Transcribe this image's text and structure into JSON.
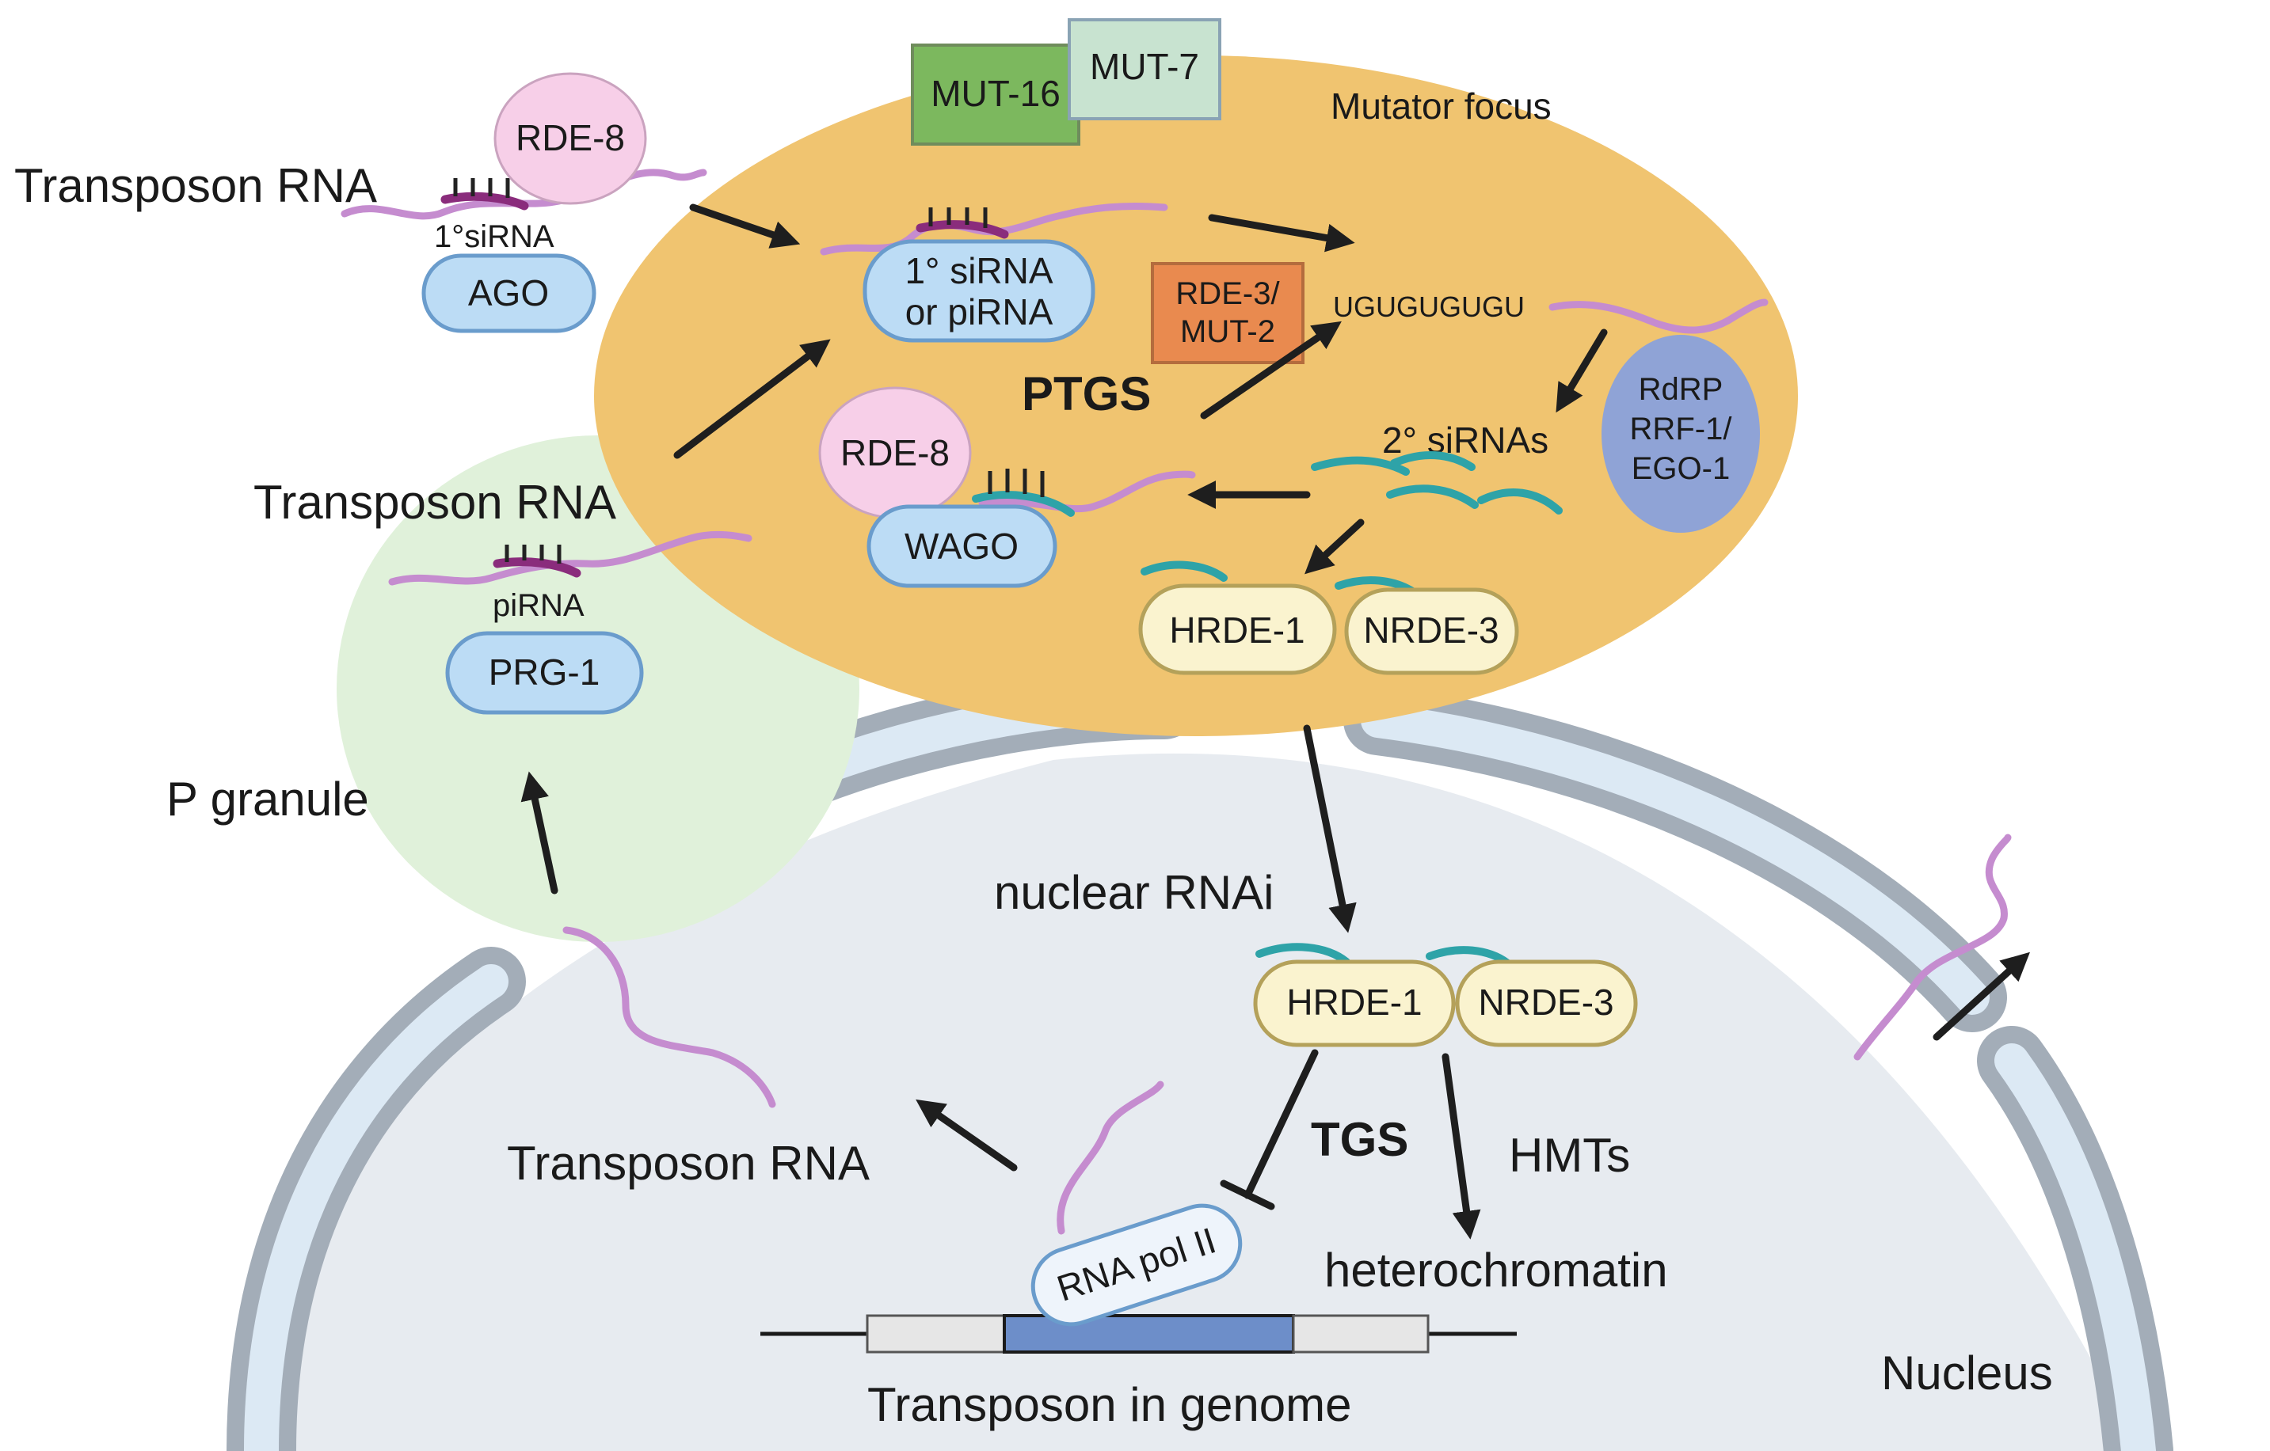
{
  "labels": {
    "mutator_focus": "Mutator focus",
    "p_granule": "P granule",
    "nucleus": "Nucleus",
    "transposon_rna_1": "Transposon RNA",
    "transposon_rna_2": "Transposon RNA",
    "transposon_rna_3": "Transposon RNA",
    "primary_sirna": "1°siRNA",
    "pirna": "piRNA",
    "ptgs": "PTGS",
    "tgs": "TGS",
    "nuclear_rnai": "nuclear RNAi",
    "secondary_sirnas": "2° siRNAs",
    "ugugu": "UGUGUGUGU",
    "hmts": "HMTs",
    "heterochromatin": "heterochromatin",
    "transposon_genome": "Transposon in genome"
  },
  "proteins": {
    "rde8_top": "RDE-8",
    "ago": "AGO",
    "mut16": "MUT-16",
    "mut7": "MUT-7",
    "sirna_pirna_line1": "1° siRNA",
    "sirna_pirna_line2": "or piRNA",
    "rde3_line1": "RDE-3/",
    "rde3_line2": "MUT-2",
    "rdrp_line1": "RdRP",
    "rdrp_line2": "RRF-1/",
    "rdrp_line3": "EGO-1",
    "rde8_mid": "RDE-8",
    "wago": "WAGO",
    "prg1": "PRG-1",
    "hrde1_top": "HRDE-1",
    "nrde3_top": "NRDE-3",
    "hrde1_nuc": "HRDE-1",
    "nrde3_nuc": "NRDE-3",
    "rna_pol2": "RNA pol II"
  },
  "colors": {
    "mutator": "#f0c470",
    "p_granule": "#e0f1da",
    "nucleus_fill": "#e7ebf0",
    "envelope": "#a3adb8",
    "envelope_lumen": "#dce9f4",
    "mut16": "#7cb85e",
    "mut7": "#c8e3d0",
    "rde3": "#e98a4f",
    "rdrp": "#8fa3d6",
    "rde8": "#f7cfe8",
    "rna": "#c58ccf",
    "sirna": "#8a2c7c",
    "secondary_sirna": "#2ea3a8",
    "transposon_gene": "#6d8ec9"
  }
}
